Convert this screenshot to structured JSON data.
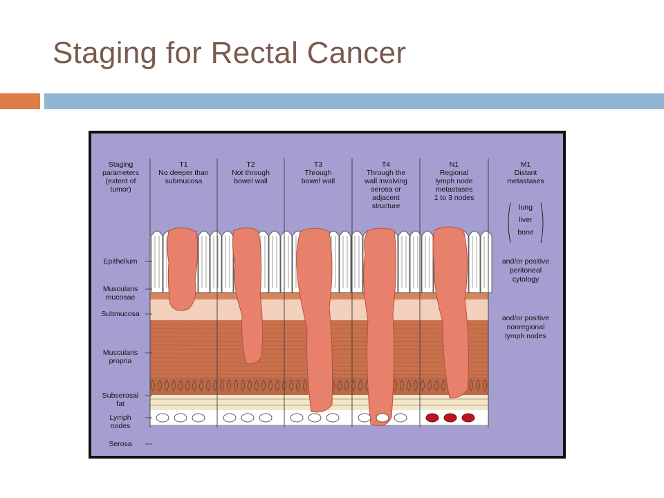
{
  "slide": {
    "title": "Staging for Rectal Cancer"
  },
  "colors": {
    "title": "#7a5a4e",
    "accent_orange": "#de7c46",
    "accent_blue": "#93b5d4",
    "diagram_background": "#a49fd0",
    "tumor": "#e8816c",
    "positive_node": "#b8161c"
  },
  "diagram": {
    "columns": [
      {
        "lines": [
          "Staging",
          "parameters",
          "(extent of",
          "tumor)"
        ]
      },
      {
        "lines": [
          "T1",
          "No deeper than",
          "submucosa"
        ]
      },
      {
        "lines": [
          "T2",
          "Not through",
          "bowel wall"
        ]
      },
      {
        "lines": [
          "T3",
          "Through",
          "bowel wall"
        ]
      },
      {
        "lines": [
          "T4",
          "Through the",
          "wall involving",
          "serosa or",
          "adjacent",
          "structure"
        ]
      },
      {
        "lines": [
          "N1",
          "Regional",
          "lymph node",
          "metastases",
          "1 to 3 nodes"
        ]
      },
      {
        "lines": [
          "M1",
          "Distant",
          "metastases"
        ]
      }
    ],
    "m1_sites": [
      "lung",
      "liver",
      "bone"
    ],
    "m1_notes": [
      [
        "and/or positive",
        "peritoneal",
        "cytology"
      ],
      [
        "and/or positive",
        "nonregional",
        "lymph nodes"
      ]
    ],
    "layer_labels": [
      [
        "Epithelium"
      ],
      [
        "Muscularis",
        "mucosae"
      ],
      [
        "Submucosa"
      ],
      [
        "Muscularis",
        "propria"
      ],
      [
        "Subserosal",
        "fat"
      ],
      [
        "Lymph",
        "nodes"
      ],
      [
        "Serosa"
      ]
    ]
  }
}
